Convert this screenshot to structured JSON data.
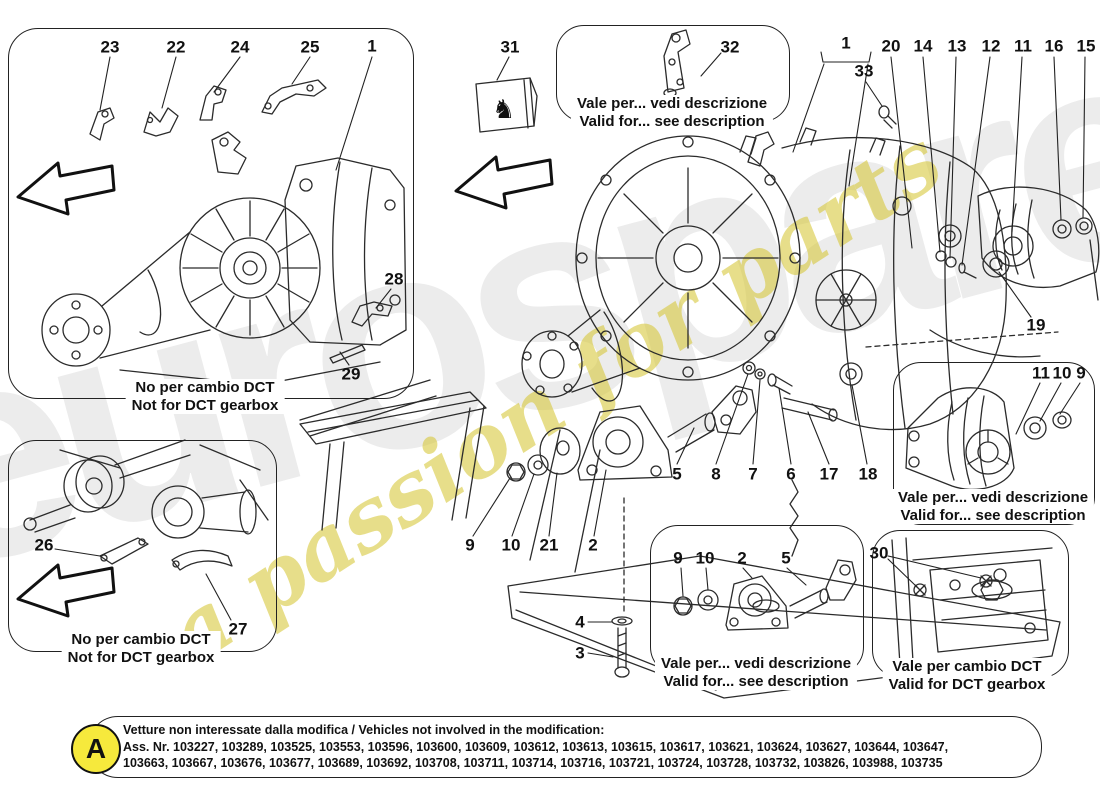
{
  "watermark": {
    "brand": "eurospares",
    "tagline": "a passion for parts"
  },
  "icons": {
    "horse": "♞"
  },
  "colors": {
    "ink": "#222222",
    "badge_yellow": "#f6e93c",
    "watermark_gray": "#ececec",
    "watermark_yellow": "#d7c83c"
  },
  "callouts": {
    "top_left": [
      "23",
      "22",
      "24",
      "25",
      "1",
      "28",
      "29"
    ],
    "mid_top": [
      "31",
      "32"
    ],
    "top_right": [
      "1",
      "33",
      "20",
      "14",
      "13",
      "12",
      "11",
      "16",
      "15"
    ],
    "right": [
      "19"
    ],
    "center_upper_row": [
      "5",
      "8",
      "7",
      "6",
      "17",
      "18"
    ],
    "center_lower_row": [
      "9",
      "10",
      "21",
      "2"
    ],
    "bolt_column": [
      "4",
      "3"
    ],
    "bottom_left": [
      "26",
      "27"
    ],
    "box_right_row": [
      "11",
      "10",
      "9"
    ],
    "box_mid_row": [
      "9",
      "10",
      "2",
      "5"
    ],
    "box_dct": [
      "30"
    ]
  },
  "labels": {
    "no_dct_it": "No per cambio DCT",
    "no_dct_en": "Not for DCT gearbox",
    "valid_see_it": "Vale per... vedi descrizione",
    "valid_see_en": "Valid for... see description",
    "valid_dct_it": "Vale per cambio DCT",
    "valid_dct_en": "Valid for DCT gearbox"
  },
  "footnote": {
    "badge": "A",
    "line1": "Vetture non interessate dalla modifica / Vehicles not involved in the modification:",
    "line2": "Ass. Nr. 103227, 103289, 103525, 103553, 103596, 103600, 103609, 103612, 103613, 103615, 103617, 103621, 103624, 103627, 103644, 103647,",
    "line3": "103663, 103667, 103676, 103677, 103689, 103692, 103708, 103711, 103714, 103716, 103721, 103724, 103728, 103732, 103826, 103988, 103735"
  }
}
